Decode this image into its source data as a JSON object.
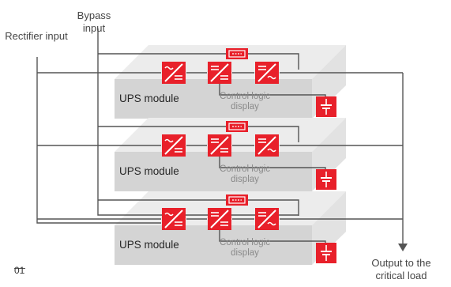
{
  "labels": {
    "bypass_input": "Bypass input",
    "rectifier_input": "Rectifier input",
    "output": "Output to the critical load",
    "figure_number": "01"
  },
  "modules": [
    {
      "title": "UPS module",
      "control_label": "Control logic display"
    },
    {
      "title": "UPS module",
      "control_label": "Control logic display"
    },
    {
      "title": "UPS module",
      "control_label": "Control logic display"
    }
  ],
  "colors": {
    "accent_red": "#e8202a",
    "panel_front": "#d4d4d4",
    "panel_top": "#ececec",
    "panel_side": "#e2e2e2",
    "line": "#555555"
  },
  "icons": {
    "rectifier": "ac-to-dc-icon",
    "inverter": "dc-to-ac-icon",
    "charger": "dc-dc-converter-icon",
    "static_switch": "static-switch-icon",
    "battery": "battery-icon"
  }
}
